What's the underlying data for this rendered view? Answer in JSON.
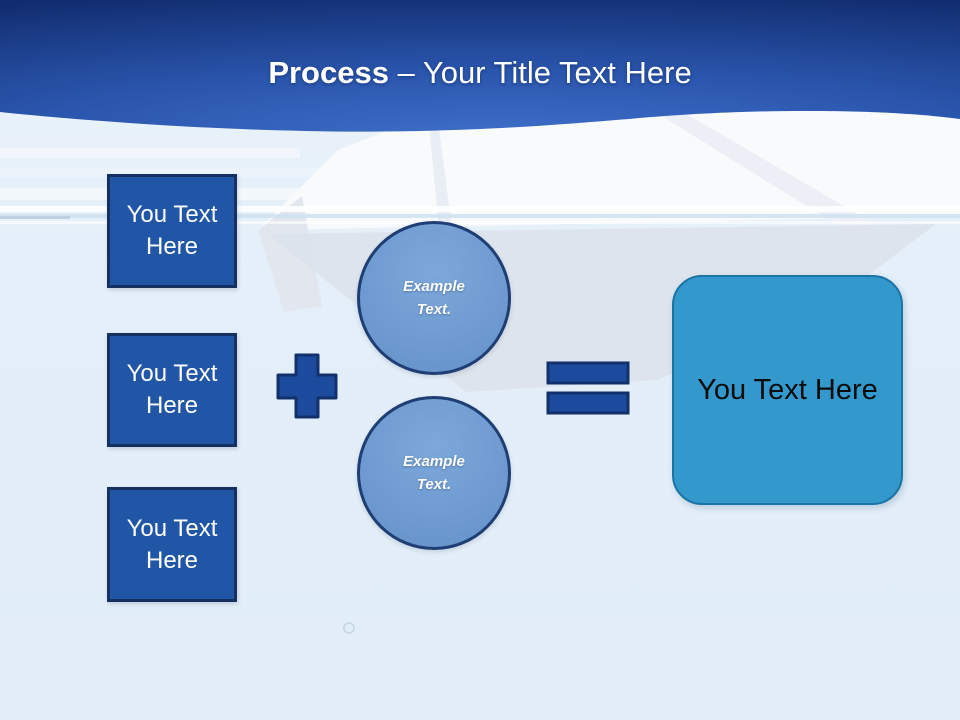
{
  "title": {
    "bold": "Process",
    "rest": "– Your Title Text Here"
  },
  "diagram": {
    "input_boxes": [
      {
        "label": "You Text Here"
      },
      {
        "label": "You Text Here"
      },
      {
        "label": "You Text Here"
      }
    ],
    "circles": [
      {
        "label": "Example Text."
      },
      {
        "label": "Example Text."
      }
    ],
    "result_box": {
      "label": "You Text Here"
    }
  },
  "colors": {
    "title_text": "#ffffff",
    "header_blue_light": "#3f6fc9",
    "header_blue_mid": "#2a55ac",
    "header_blue_dark": "#112c6f",
    "box_fill": "#2156a7",
    "box_border": "#16315f",
    "operator_fill": "#1c4a9d",
    "operator_border": "#12306a",
    "circle_fill": "#6d99d0",
    "circle_border": "#1f3e73",
    "result_fill": "#3398cc",
    "result_border": "#1a74a5",
    "background": "#e4eff9"
  }
}
